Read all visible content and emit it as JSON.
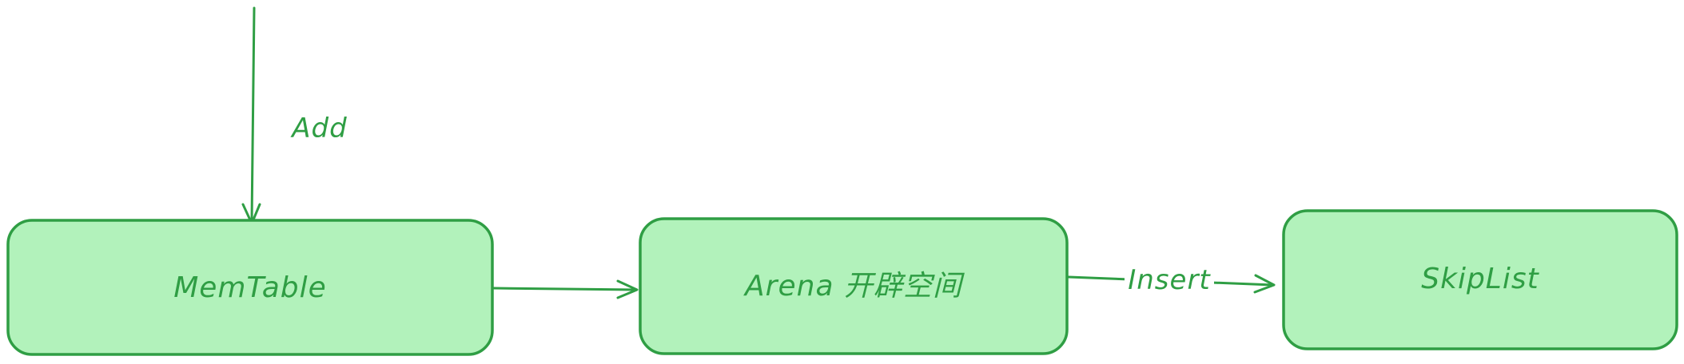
{
  "diagram": {
    "nodes": [
      {
        "id": "memtable",
        "label": "MemTable"
      },
      {
        "id": "arena",
        "label": "Arena 开辟空间"
      },
      {
        "id": "skiplist",
        "label": "SkipList"
      }
    ],
    "edges": [
      {
        "from": "",
        "to": "memtable",
        "label": "Add"
      },
      {
        "from": "memtable",
        "to": "arena",
        "label": ""
      },
      {
        "from": "arena",
        "to": "skiplist",
        "label": "Insert"
      }
    ],
    "colors": {
      "node_fill": "#b2f2bb",
      "stroke": "#2f9e44",
      "text": "#2f9e44",
      "background": "#ffffff"
    }
  }
}
